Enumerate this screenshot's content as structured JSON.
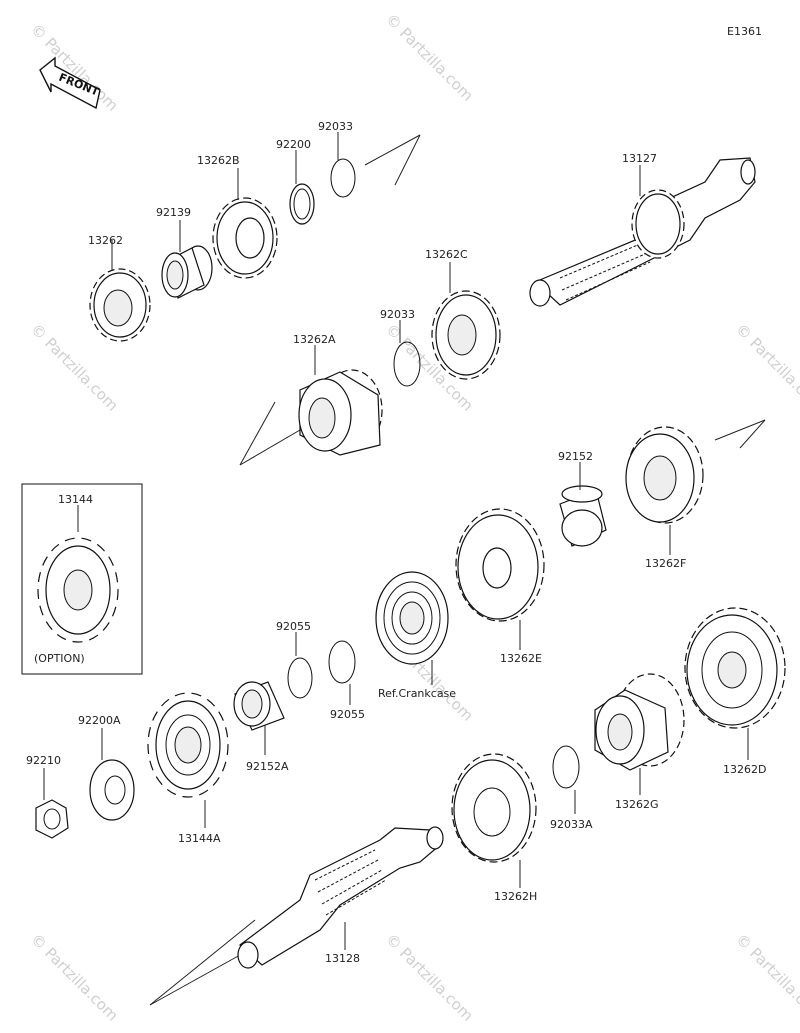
{
  "diagram_id": "E1361",
  "front_label": "FRONT",
  "watermark": "© Partzilla.com",
  "option_box_part": "13144",
  "option_box_note": "(OPTION)",
  "ref_label": "Ref.Crankcase",
  "part_numbers": {
    "p13262": "13262",
    "p92139": "92139",
    "p13262B": "13262B",
    "p92200": "92200",
    "p92033_top": "92033",
    "p13127": "13127",
    "p13262C": "13262C",
    "p92033_mid": "92033",
    "p13262A": "13262A",
    "p92152": "92152",
    "p13262F": "13262F",
    "p13262E": "13262E",
    "p92055_a": "92055",
    "p92055_b": "92055",
    "p92200A": "92200A",
    "p92210": "92210",
    "p13144A": "13144A",
    "p92152A": "92152A",
    "p13262D": "13262D",
    "p13262G": "13262G",
    "p92033A": "92033A",
    "p13262H": "13262H",
    "p13128": "13128"
  }
}
